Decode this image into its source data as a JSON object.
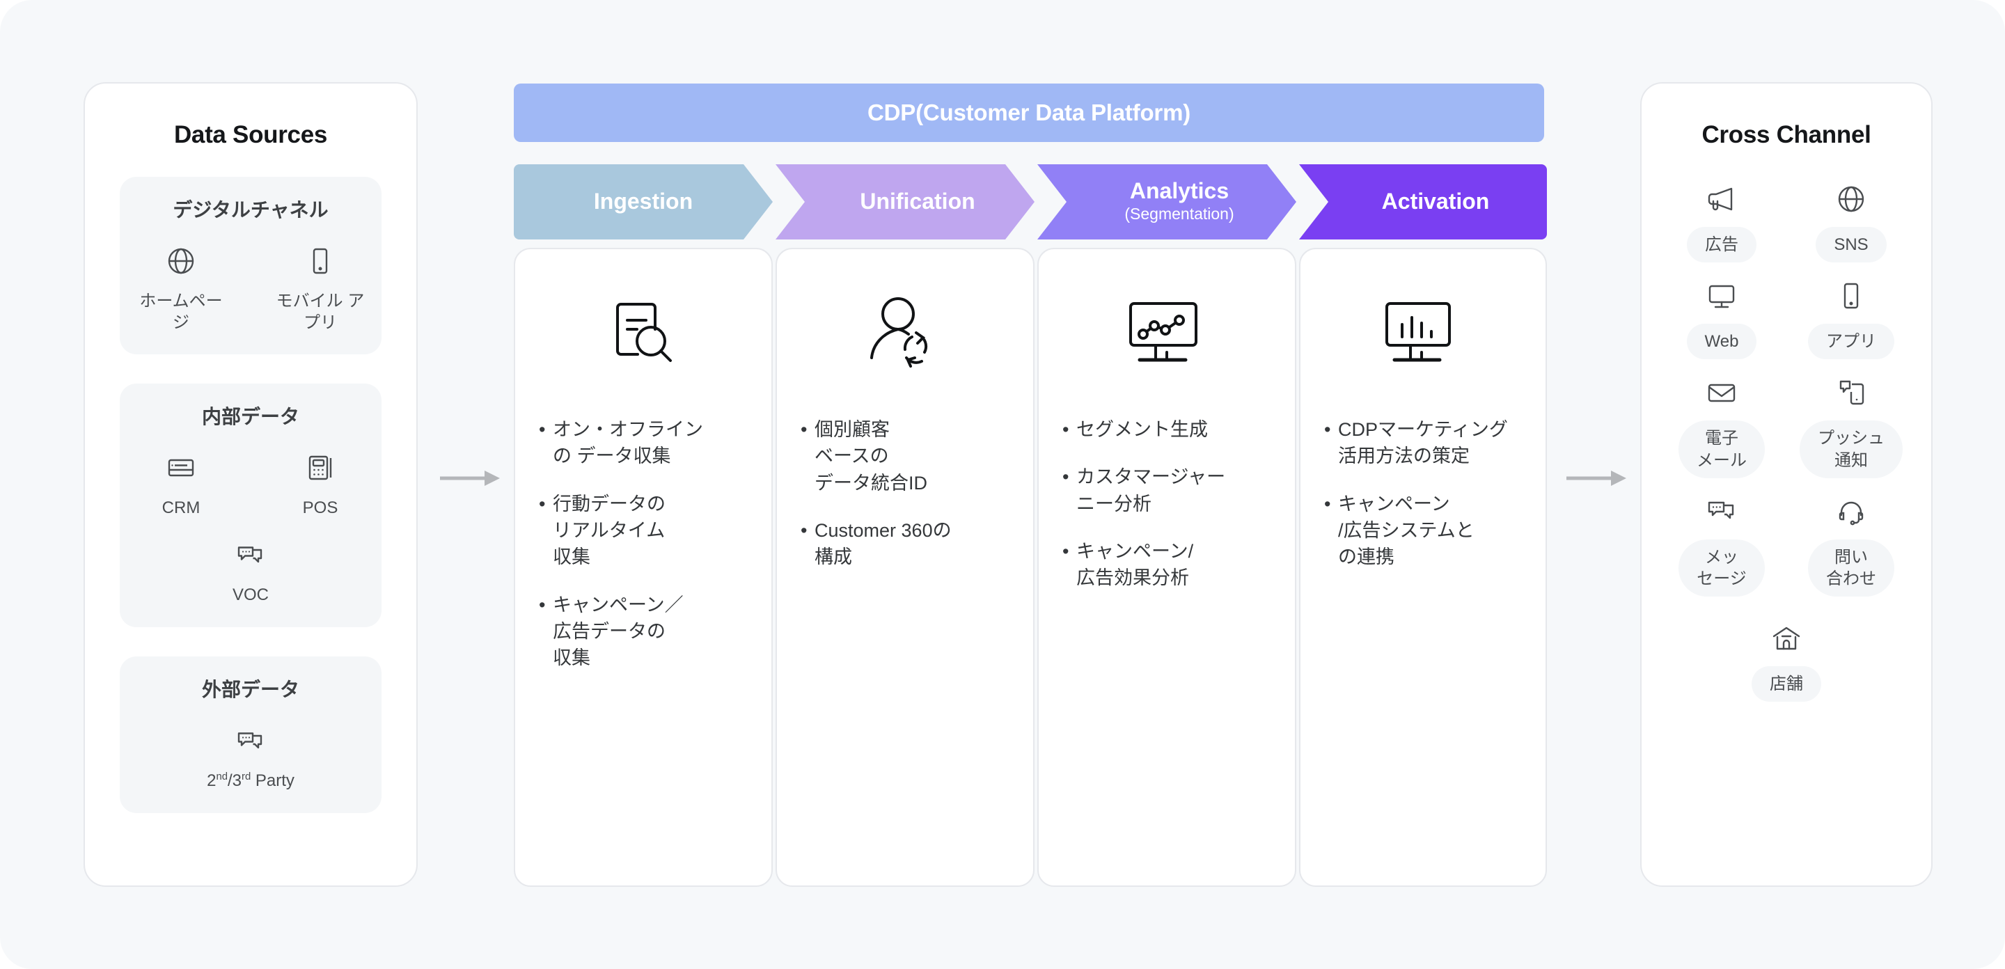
{
  "left_panel": {
    "title": "Data Sources",
    "groups": [
      {
        "title": "デジタルチャネル",
        "rows": [
          [
            {
              "icon": "globe-icon",
              "label": "ホームページ"
            },
            {
              "icon": "mobile-phone-icon",
              "label": "モバイル\nアプリ"
            }
          ]
        ]
      },
      {
        "title": "内部データ",
        "rows": [
          [
            {
              "icon": "credit-card-icon",
              "label": "CRM"
            },
            {
              "icon": "pos-terminal-icon",
              "label": "POS"
            }
          ],
          [
            {
              "icon": "chat-bubbles-icon",
              "label": "VOC"
            }
          ]
        ]
      },
      {
        "title": "外部データ",
        "rows": [
          [
            {
              "icon": "chat-bubbles-icon",
              "label": "2nd/3rd Party",
              "label_html": "2<sup>nd</sup>/3<sup>rd</sup> Party"
            }
          ]
        ]
      }
    ]
  },
  "cdp": {
    "header": "CDP(Customer Data Platform)",
    "header_color": "#a0b8f5",
    "stages": [
      {
        "name": "Ingestion",
        "sub": "",
        "color": "#a9c8dd"
      },
      {
        "name": "Unification",
        "sub": "",
        "color": "#bfa6ef"
      },
      {
        "name": "Analytics",
        "sub": "(Segmentation)",
        "color": "#9180f6"
      },
      {
        "name": "Activation",
        "sub": "",
        "color": "#7a3ff2"
      }
    ],
    "columns": [
      {
        "icon": "document-search-icon",
        "bullets": [
          "オン・オフライン\nの データ収集",
          "行動データの\nリアルタイム\n収集",
          "キャンペーン／\n広告データの\n収集"
        ]
      },
      {
        "icon": "person-sync-icon",
        "bullets": [
          "個別顧客\nベースの\nデータ統合ID",
          "Customer 360の\n構成"
        ]
      },
      {
        "icon": "monitor-line-chart-icon",
        "bullets": [
          "セグメント生成",
          "カスタマージャー\nニー分析",
          "キャンペーン/\n広告効果分析"
        ]
      },
      {
        "icon": "monitor-bar-chart-icon",
        "bullets": [
          "CDPマーケティング\n活用方法の策定",
          "キャンペーン\n/広告システムと\nの連携"
        ]
      }
    ]
  },
  "right_panel": {
    "title": "Cross Channel",
    "items": [
      {
        "icon": "megaphone-icon",
        "label": "広告"
      },
      {
        "icon": "globe-icon",
        "label": "SNS"
      },
      {
        "icon": "monitor-icon",
        "label": "Web"
      },
      {
        "icon": "mobile-phone-icon",
        "label": "アプリ"
      },
      {
        "icon": "envelope-icon",
        "label": "電子\nメール"
      },
      {
        "icon": "push-notification-icon",
        "label": "プッシュ\n通知"
      },
      {
        "icon": "chat-bubbles-icon",
        "label": "メッ\nセージ"
      },
      {
        "icon": "headset-icon",
        "label": "問い\n合わせ"
      },
      {
        "icon": "store-icon",
        "label": "店舗"
      }
    ]
  },
  "arrows": {
    "color": "#b4b6b9",
    "left_to_cdp": "arrow-right",
    "cdp_to_right": "arrow-right"
  },
  "theme": {
    "background": "#f6f8fa",
    "card_background": "#ffffff",
    "card_border": "#e6e8ec",
    "group_background": "#f4f6f8",
    "text_primary": "#15171a",
    "text_secondary": "#4a4d50"
  }
}
